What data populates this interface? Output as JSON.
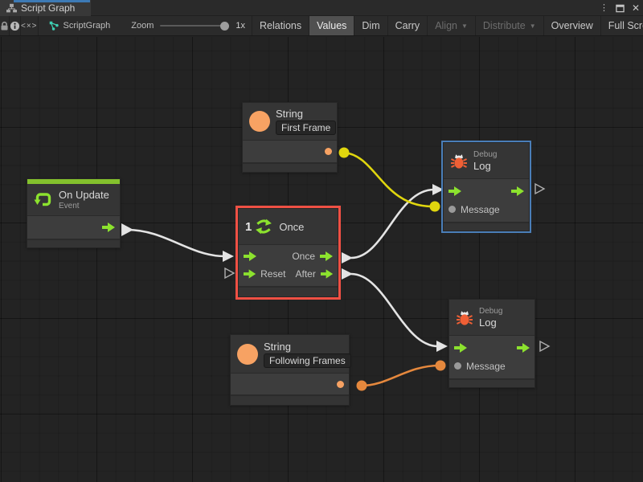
{
  "window": {
    "tab_title": "Script Graph"
  },
  "toolbar": {
    "code_button_label": "<×>",
    "graph_name": "ScriptGraph",
    "zoom_label": "Zoom",
    "zoom_value": "1x",
    "relations": "Relations",
    "values": "Values",
    "dim": "Dim",
    "carry": "Carry",
    "align": "Align",
    "distribute": "Distribute",
    "overview": "Overview",
    "full_screen": "Full Screen"
  },
  "graph": {
    "on_update": {
      "title": "On Update",
      "subtitle": "Event"
    },
    "string_first": {
      "title": "String",
      "value": "First Frame"
    },
    "string_following": {
      "title": "String",
      "value": "Following Frames"
    },
    "once": {
      "number": "1",
      "title": "Once",
      "out_once": "Once",
      "in_reset": "Reset",
      "out_after": "After"
    },
    "debug_top": {
      "subtitle": "Debug",
      "title": "Log",
      "message": "Message"
    },
    "debug_bottom": {
      "subtitle": "Debug",
      "title": "Log",
      "message": "Message"
    }
  },
  "colors": {
    "tab_accent_blue": "#3d7ab5",
    "selection_red": "#ef5044",
    "selection_blue": "#4a7eb8",
    "flow_green": "#8ce22e",
    "event_green_bar": "#84c12d",
    "value_orange": "#f7a263",
    "bug_orange": "#ef5f35",
    "wire_white": "#e4e4e4",
    "wire_yellow": "#e0d60e",
    "wire_orange": "#e5883d"
  }
}
